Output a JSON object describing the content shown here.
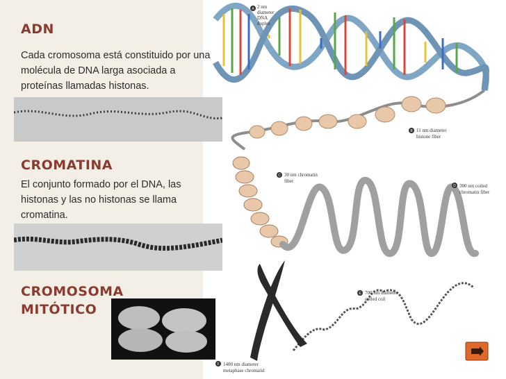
{
  "sections": {
    "adn": {
      "title": "ADN",
      "lines": [
        "Cada cromosoma está constituido por una",
        "molécula de DNA larga asociada a",
        "proteínas llamadas histonas."
      ]
    },
    "cromatina": {
      "title": "CROMATINA",
      "lines": [
        "El conjunto formado por el DNA, las",
        "histonas y las no histonas se llama",
        "cromatina."
      ]
    },
    "cromosoma": {
      "title_lines": [
        "CROMOSOMA",
        "MITÓTICO"
      ]
    }
  },
  "diagram_labels": {
    "a": {
      "letter": "A",
      "lines": [
        "2 nm",
        "diameter",
        "DNA",
        "duplex"
      ]
    },
    "b": {
      "letter": "B",
      "lines": [
        "11 nm diameter",
        "histone fiber"
      ]
    },
    "c": {
      "letter": "C",
      "lines": [
        "30 nm chromatin",
        "fiber"
      ]
    },
    "d": {
      "letter": "D",
      "lines": [
        "300 nm coiled",
        "chromatin fiber"
      ]
    },
    "e": {
      "letter": "E",
      "lines": [
        "700 nm diameter",
        "coiled coil"
      ]
    },
    "f": {
      "letter": "F",
      "lines": [
        "1400 nm diameter",
        "metaphase chromatid"
      ]
    }
  },
  "colors": {
    "heading": "#8b3a2e",
    "background": "#f3efe6",
    "helix": "#7fa6c4",
    "fiber": "#8d8d8d",
    "nucleosome": "#e8c8a8",
    "nav_button": "#e0682a"
  },
  "icons": {
    "next": "next-slide-icon"
  }
}
